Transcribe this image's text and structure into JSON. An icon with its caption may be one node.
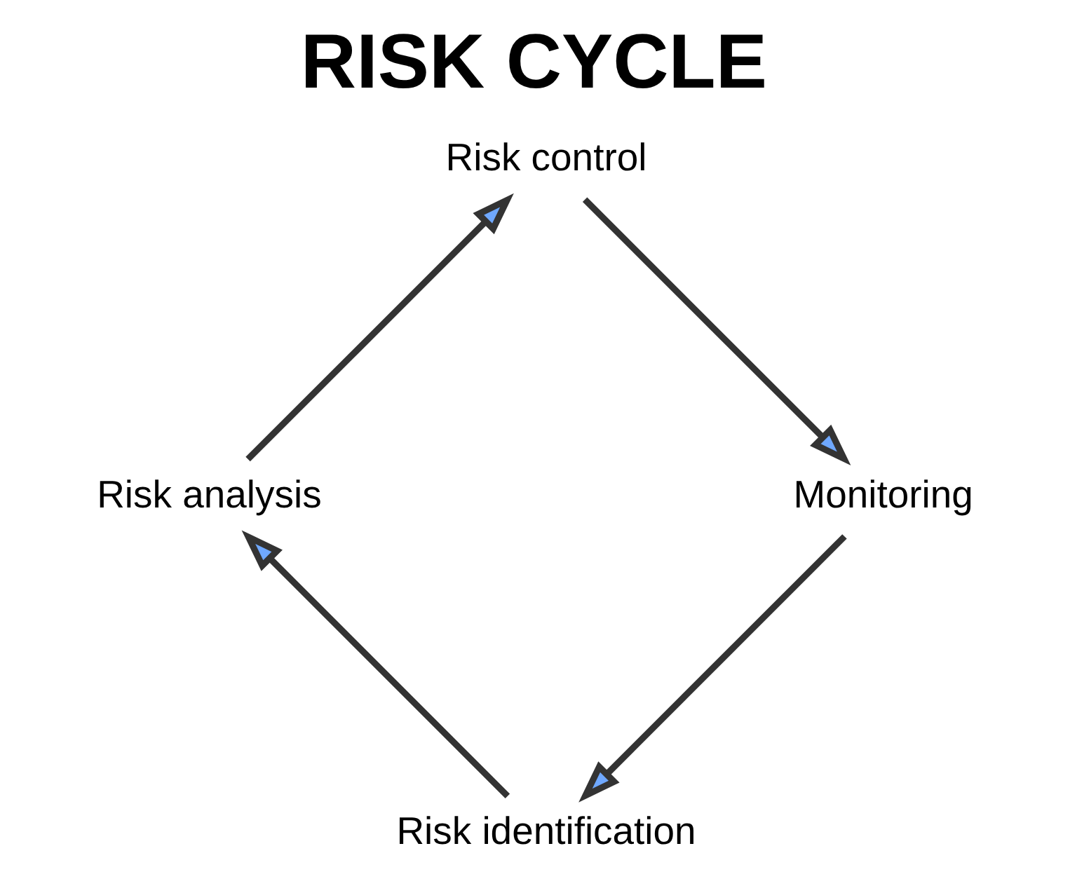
{
  "diagram": {
    "title": "RISK CYCLE",
    "nodes": [
      {
        "text": [
          "Risk identification"
        ]
      },
      {
        "text": [
          "Risk analysis"
        ]
      },
      {
        "text": [
          "Risk control"
        ]
      },
      {
        "text": [
          "Monitoring"
        ]
      }
    ],
    "edges": [
      {
        "from": 0,
        "to": 1,
        "arrow": "to"
      },
      {
        "from": 1,
        "to": 2,
        "arrow": "to"
      },
      {
        "from": 2,
        "to": 3,
        "arrow": "to"
      },
      {
        "from": 3,
        "to": 0,
        "arrow": "to"
      }
    ]
  }
}
